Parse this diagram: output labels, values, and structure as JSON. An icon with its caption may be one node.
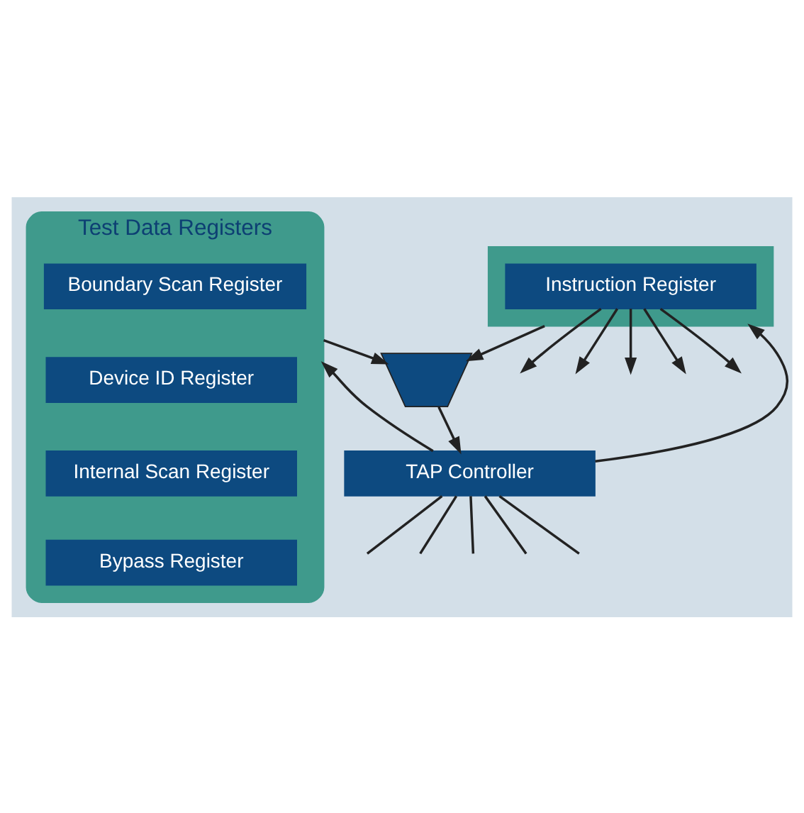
{
  "diagram": {
    "nodes": [
      {
        "text": [
          "Test Data Registers"
        ]
      },
      {
        "text": [
          "Boundary Scan Register"
        ],
        "in": 0
      },
      {
        "text": [
          "Device ID Register"
        ],
        "in": 0
      },
      {
        "text": [
          "Internal Scan Register"
        ],
        "in": 0
      },
      {
        "text": [
          "Bypass Register"
        ],
        "in": 0
      },
      {
        "text": [],
        "shape": "box"
      },
      {
        "text": [
          "Instruction Register"
        ],
        "in": 5
      },
      {
        "text": [],
        "shape": "trapezoid"
      },
      {
        "text": [
          "TAP Controller"
        ]
      }
    ],
    "edges": [
      {
        "from": 8,
        "to": 0,
        "arrow": "to"
      },
      {
        "from": 0,
        "to": 7,
        "arrow": "to"
      },
      {
        "from": 5,
        "to": 7,
        "arrow": "to"
      },
      {
        "from": 7,
        "to": 8,
        "arrow": "to"
      },
      {
        "from": 8,
        "to": 5,
        "arrow": "to"
      },
      {
        "from": 6,
        "to": null,
        "arrow": "to"
      },
      {
        "from": 6,
        "to": null,
        "arrow": "to"
      },
      {
        "from": 6,
        "to": null,
        "arrow": "to"
      },
      {
        "from": 6,
        "to": null,
        "arrow": "to"
      },
      {
        "from": 6,
        "to": null,
        "arrow": "to"
      },
      {
        "from": 8,
        "to": null,
        "arrow": "none"
      },
      {
        "from": 8,
        "to": null,
        "arrow": "none"
      },
      {
        "from": 8,
        "to": null,
        "arrow": "none"
      },
      {
        "from": 8,
        "to": null,
        "arrow": "none"
      },
      {
        "from": 8,
        "to": null,
        "arrow": "none"
      }
    ]
  }
}
